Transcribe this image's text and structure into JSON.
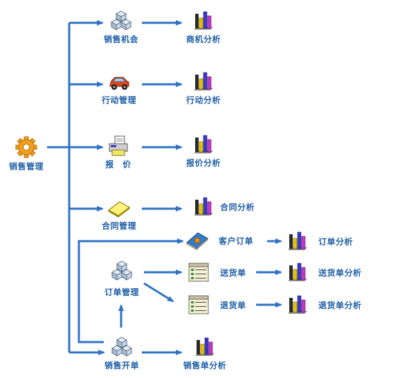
{
  "nodes": {
    "sales_mgmt": "销售管理",
    "opportunity": "销售机会",
    "opportunity_analysis": "商机分析",
    "action_mgmt": "行动管理",
    "action_analysis": "行动分析",
    "quote": "报　价",
    "quote_analysis": "报价分析",
    "contract_mgmt": "合同管理",
    "contract_analysis": "合同分析",
    "customer_order": "客户订单",
    "order_analysis": "订单分析",
    "order_mgmt": "订单管理",
    "delivery_note": "送货单",
    "delivery_analysis": "送货单分析",
    "return_note": "退货单",
    "return_analysis": "退货单分析",
    "sales_invoice": "销售开单",
    "invoice_analysis": "销售单分析"
  },
  "colors": {
    "arrow": "#2e72c4",
    "label": "#1f5fa8"
  },
  "icons": {
    "sales_mgmt": "gear-icon",
    "opportunity": "cubes-icon",
    "action_mgmt": "car-icon",
    "quote": "printer-icon",
    "contract_mgmt": "note-icon",
    "customer_order": "book-icon",
    "order_mgmt": "cubes-icon",
    "delivery_note": "list-icon",
    "return_note": "list-icon",
    "sales_invoice": "cubes-icon",
    "analysis": "bar-chart-icon"
  }
}
